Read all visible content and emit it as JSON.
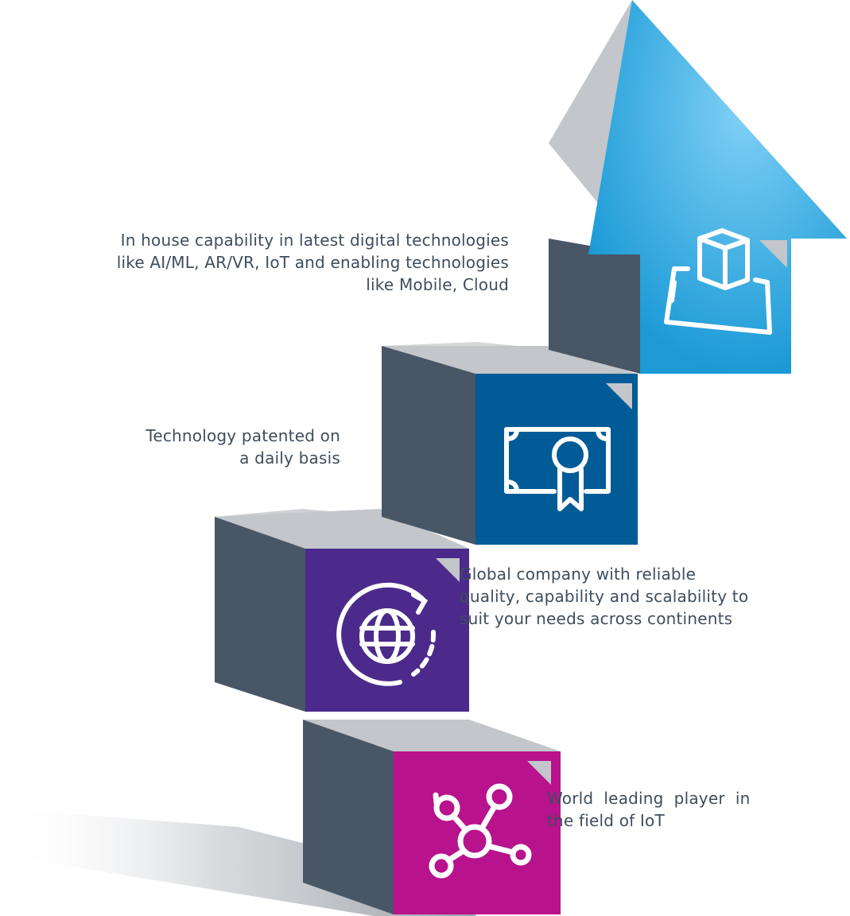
{
  "colors": {
    "top_face": "#c3c6ca",
    "side_face": "#485666",
    "block_1": "#1b9ad6",
    "block_2": "#005b96",
    "block_3": "#4b2a8c",
    "block_4": "#b8128c",
    "icon_stroke": "#ffffff",
    "caption_text": "#3f4d5c"
  },
  "icons": [
    "ar-vr-cube-icon",
    "certificate-icon",
    "globe-refresh-icon",
    "iot-network-icon"
  ],
  "captions": {
    "c1": {
      "line1": "In house capability in latest digital technologies",
      "line2": "like AI/ML, AR/VR, IoT and enabling technologies",
      "line3": "like Mobile, Cloud"
    },
    "c2": {
      "line1": "Technology patented on",
      "line2": "a daily basis"
    },
    "c3": {
      "line1": "Global company with reliable",
      "line2": "quality, capability and scalability to",
      "line3": "suit your needs across continents"
    },
    "c4": {
      "line1": "World  leading  player  in",
      "line2": "the field of IoT"
    }
  }
}
